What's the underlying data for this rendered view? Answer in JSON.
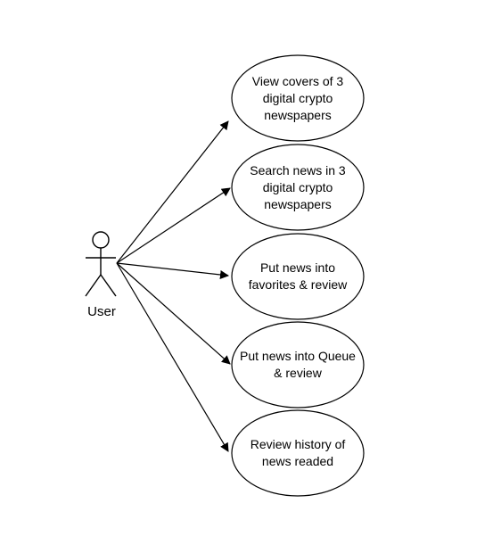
{
  "actor": {
    "label": "User",
    "icon": "stick-figure"
  },
  "use_cases": [
    {
      "id": "view-covers",
      "label": "View covers of 3\ndigital crypto\nnewspapers"
    },
    {
      "id": "search-news",
      "label": "Search news in 3\ndigital crypto\nnewspapers"
    },
    {
      "id": "favorites",
      "label": "Put news into\nfavorites & review"
    },
    {
      "id": "queue",
      "label": "Put news into Queue\n& review"
    },
    {
      "id": "history",
      "label": "Review history of\nnews readed"
    }
  ],
  "colors": {
    "stroke": "#000000",
    "background": "#ffffff"
  }
}
